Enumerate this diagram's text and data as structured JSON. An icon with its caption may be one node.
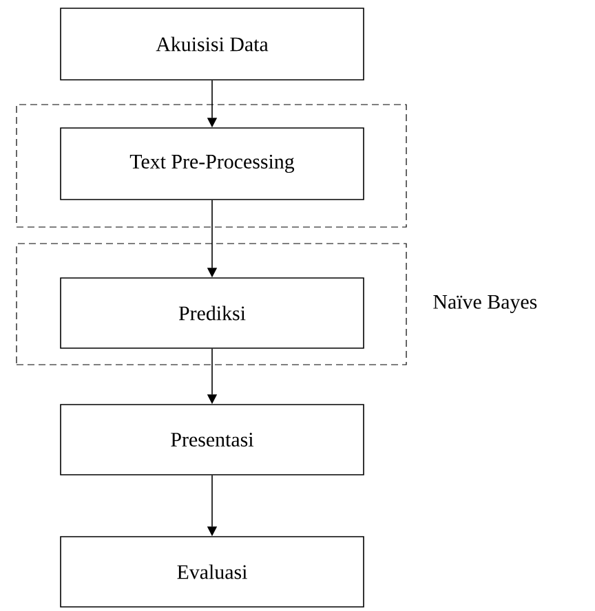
{
  "diagram": {
    "nodes": [
      {
        "text": [
          "Akuisisi Data"
        ]
      },
      {
        "text": [],
        "shape": "box"
      },
      {
        "text": [
          "Text Pre-Processing"
        ],
        "in": 1
      },
      {
        "text": [],
        "shape": "box",
        "beside": [
          "Naïve Bayes"
        ]
      },
      {
        "text": [
          "Prediksi"
        ],
        "in": 3
      },
      {
        "text": [
          "Presentasi"
        ]
      },
      {
        "text": [
          "Evaluasi"
        ]
      }
    ],
    "edges": [
      {
        "from": 0,
        "to": 2,
        "arrow": "to"
      },
      {
        "from": 2,
        "to": 4,
        "arrow": "to"
      },
      {
        "from": 4,
        "to": 5,
        "arrow": "to"
      },
      {
        "from": 5,
        "to": 6,
        "arrow": "to"
      }
    ]
  }
}
